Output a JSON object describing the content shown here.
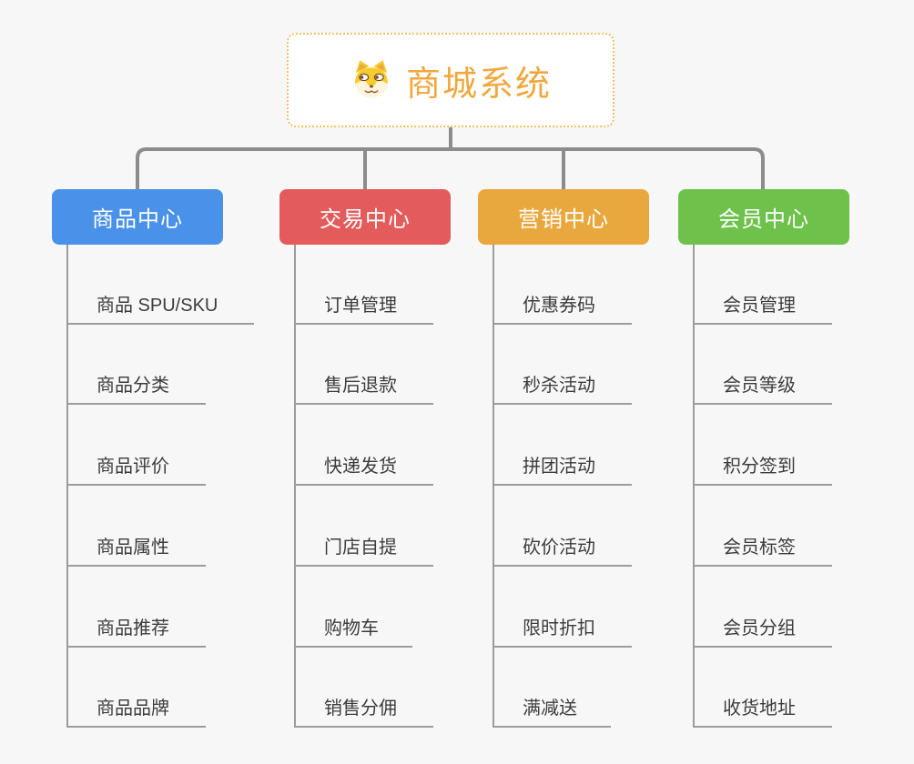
{
  "root": {
    "title": "商城系统",
    "icon": "dog-face-icon"
  },
  "branches": [
    {
      "label": "商品中心",
      "color": "#4A91E9",
      "items": [
        "商品 SPU/SKU",
        "商品分类",
        "商品评价",
        "商品属性",
        "商品推荐",
        "商品品牌"
      ]
    },
    {
      "label": "交易中心",
      "color": "#E45B5B",
      "items": [
        "订单管理",
        "售后退款",
        "快递发货",
        "门店自提",
        "购物车",
        "销售分佣"
      ]
    },
    {
      "label": "营销中心",
      "color": "#E8A83E",
      "items": [
        "优惠券码",
        "秒杀活动",
        "拼团活动",
        "砍价活动",
        "限时折扣",
        "满减送"
      ]
    },
    {
      "label": "会员中心",
      "color": "#6EC14B",
      "items": [
        "会员管理",
        "会员等级",
        "积分签到",
        "会员标签",
        "会员分组",
        "收货地址"
      ]
    }
  ],
  "colors": {
    "background": "#F7F7F7",
    "root_text": "#F0A83E",
    "root_border": "#F2BE62",
    "connector": "#8C8C8C",
    "leaf_line": "#9C9C9C",
    "leaf_text": "#3C3C3C"
  }
}
